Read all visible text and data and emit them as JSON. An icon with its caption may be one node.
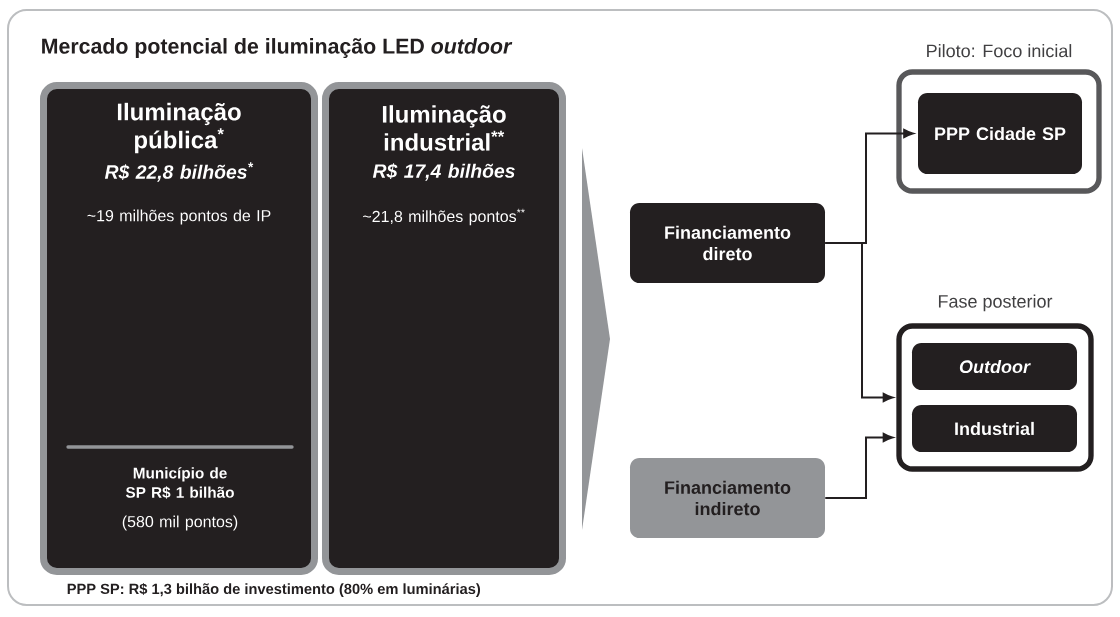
{
  "diagram": {
    "title": "Mercado potencial de iluminação LED *outdoor*",
    "nodes": [
      {
        "text": [
          "Iluminação pública$^{*}$",
          "R$ 22,8 bilhões$^{*}$",
          "~19 milhões pontos de IP"
        ]
      },
      {
        "text": [
          "Município de SP R$ 1 bilhão",
          "(580 mil pontos)"
        ],
        "in": 0
      },
      {
        "text": [
          "Iluminação industrial$^{**}$",
          "R$ 17,4 bilhões",
          "~21,8 milhões pontos$^{**}$"
        ]
      },
      {
        "text": [
          "Financiamento direto"
        ]
      },
      {
        "text": [
          "Financiamento indireto"
        ]
      },
      {
        "text": [
          "Piloto: Foco inicial"
        ]
      },
      {
        "text": [
          "PPP Cidade SP"
        ],
        "in": 5
      },
      {
        "text": [
          "Fase posterior"
        ]
      },
      {
        "text": [
          "Outdoor"
        ],
        "in": 7
      },
      {
        "text": [
          "Industrial"
        ],
        "in": 7
      },
      {
        "text": [],
        "shape": "chevron"
      }
    ],
    "edges": [
      {
        "from": 3,
        "to": 6,
        "arrow": "to"
      },
      {
        "from": 3,
        "to": 7,
        "arrow": "to"
      },
      {
        "from": 4,
        "to": 7,
        "arrow": "to"
      }
    ],
    "labels": [
      "PPP SP: R$ 1,3 bilhão de investimento (80% em luminárias)"
    ]
  }
}
